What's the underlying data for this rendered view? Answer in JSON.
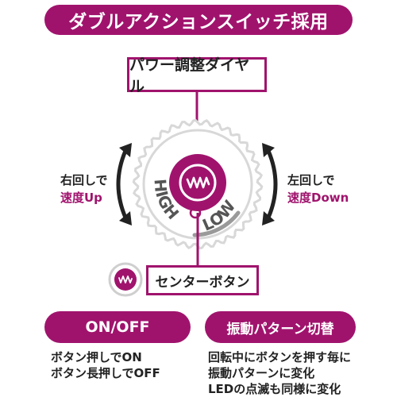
{
  "banner": {
    "title": "ダブルアクションスイッチ採用"
  },
  "dial": {
    "label": "パワー調整ダイヤル",
    "ring_left_text": "HIGH",
    "ring_right_text": "LOW"
  },
  "rotation": {
    "left": {
      "line1": "右回しで",
      "line2": "速度Up"
    },
    "right": {
      "line1": "左回しで",
      "line2": "速度Down"
    }
  },
  "center_button": {
    "label": "センターボタン"
  },
  "features": {
    "left": {
      "title": "ON/OFF",
      "lines": [
        "ボタン押しでON",
        "ボタン長押しでOFF"
      ]
    },
    "right": {
      "title": "振動パターン切替",
      "lines": [
        "回転中にボタンを押す毎に",
        "振動パターンに変化",
        "LEDの点滅も同様に変化"
      ]
    }
  },
  "colors": {
    "accent": "#a0136d",
    "ring": "#d8d8d8"
  }
}
